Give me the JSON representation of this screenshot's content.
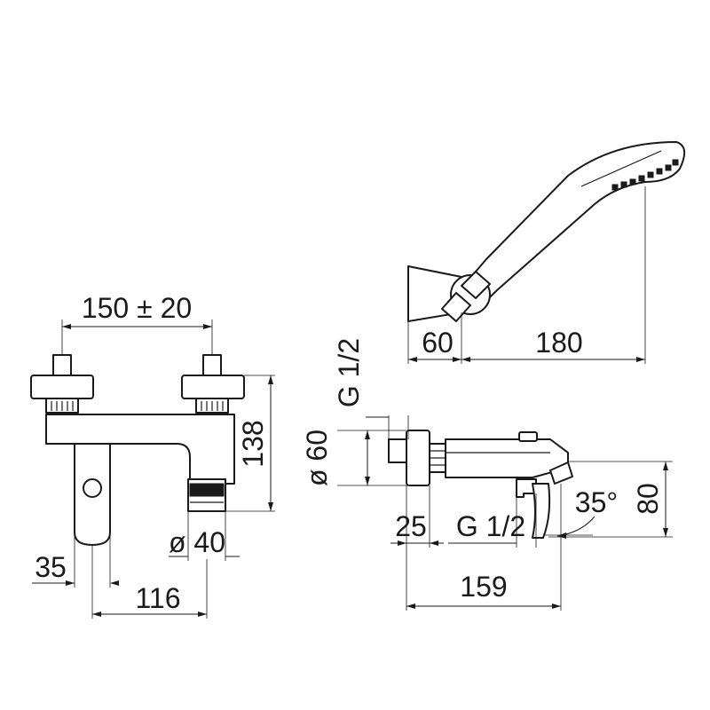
{
  "front_view": {
    "dimensions": {
      "centres": "150 ± 20",
      "height": "138",
      "outlet_diameter": "ø 40",
      "control_offset": "35",
      "spout_reach": "116"
    }
  },
  "side_view": {
    "dimensions": {
      "body_diameter": "ø 60",
      "inlet_thread": "G 1/2",
      "outlet_thread": "G 1/2",
      "wall_offset": "25",
      "lever_angle": "35°",
      "height": "80",
      "depth": "159"
    }
  },
  "hand_shower": {
    "dimensions": {
      "bracket_depth": "60",
      "shower_length": "180"
    }
  }
}
